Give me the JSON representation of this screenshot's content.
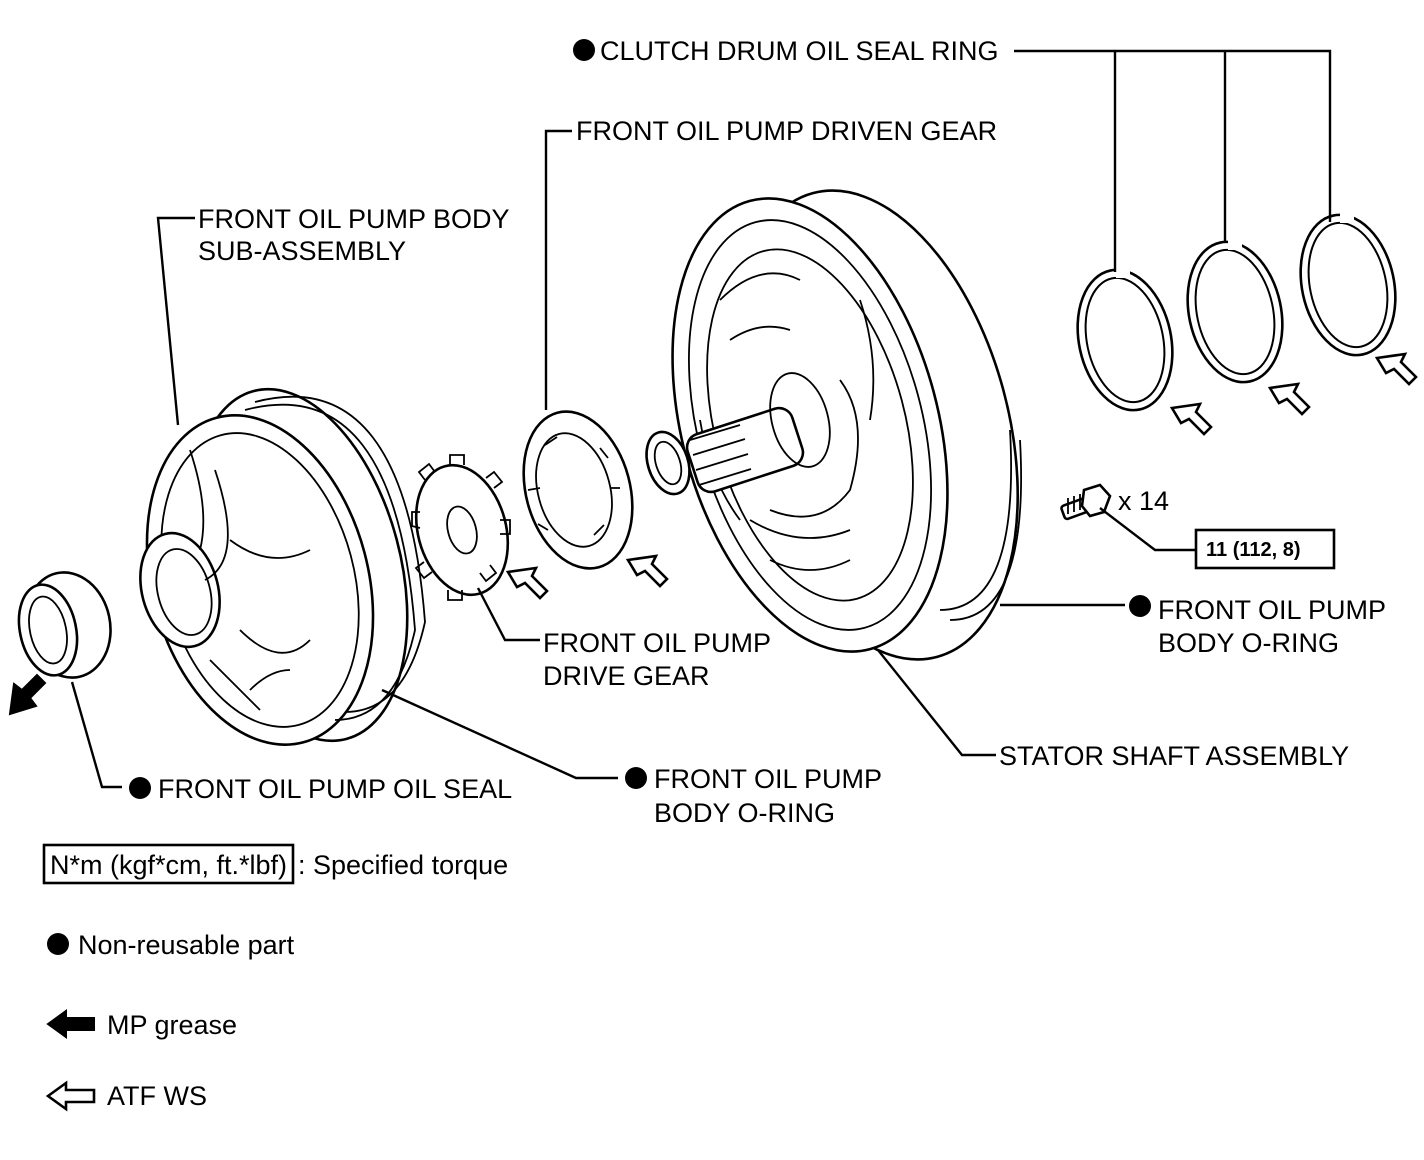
{
  "labels": {
    "clutch_drum_seal_ring": "CLUTCH DRUM OIL SEAL RING",
    "driven_gear": "FRONT OIL PUMP DRIVEN GEAR",
    "pump_body_line1": "FRONT OIL PUMP BODY",
    "pump_body_line2": "SUB-ASSEMBLY",
    "drive_gear_line1": "FRONT OIL PUMP",
    "drive_gear_line2": "DRIVE GEAR",
    "oring_right_line1": "FRONT OIL PUMP",
    "oring_right_line2": "BODY O-RING",
    "stator_shaft": "STATOR SHAFT ASSEMBLY",
    "oil_seal": "FRONT OIL PUMP OIL SEAL",
    "oring_left_line1": "FRONT OIL PUMP",
    "oring_left_line2": "BODY O-RING",
    "bolt_count": "x 14",
    "torque_value": "11 (112, 8)"
  },
  "legend": {
    "torque_box": "N*m (kgf*cm, ft.*lbf)",
    "torque_text": ": Specified torque",
    "non_reusable": "Non-reusable part",
    "mp_grease": "MP grease",
    "atf_ws": "ATF WS"
  }
}
